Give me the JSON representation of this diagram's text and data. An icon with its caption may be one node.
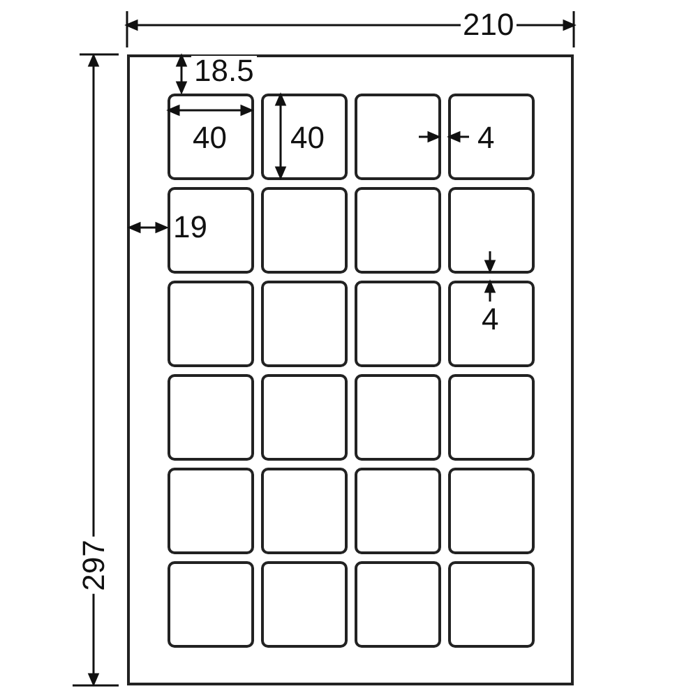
{
  "diagram": {
    "nodes": [
      {
        "text": [],
        "shape": "box"
      },
      {
        "text": [],
        "shape": "box",
        "in": 0
      },
      {
        "text": [],
        "shape": "box",
        "in": 0
      },
      {
        "text": [],
        "shape": "box",
        "in": 0
      },
      {
        "text": [],
        "shape": "box",
        "in": 0
      },
      {
        "text": [],
        "shape": "box",
        "in": 0
      },
      {
        "text": [],
        "shape": "box",
        "in": 0
      },
      {
        "text": [],
        "shape": "box",
        "in": 0
      },
      {
        "text": [],
        "shape": "box",
        "in": 0
      },
      {
        "text": [],
        "shape": "box",
        "in": 0
      },
      {
        "text": [],
        "shape": "box",
        "in": 0
      },
      {
        "text": [],
        "shape": "box",
        "in": 0
      },
      {
        "text": [],
        "shape": "box",
        "in": 0
      },
      {
        "text": [],
        "shape": "box",
        "in": 0
      },
      {
        "text": [],
        "shape": "box",
        "in": 0
      },
      {
        "text": [],
        "shape": "box",
        "in": 0
      },
      {
        "text": [],
        "shape": "box",
        "in": 0
      },
      {
        "text": [],
        "shape": "box",
        "in": 0
      },
      {
        "text": [],
        "shape": "box",
        "in": 0
      },
      {
        "text": [],
        "shape": "box",
        "in": 0
      },
      {
        "text": [],
        "shape": "box",
        "in": 0
      },
      {
        "text": [],
        "shape": "box",
        "in": 0
      },
      {
        "text": [],
        "shape": "box",
        "in": 0
      },
      {
        "text": [],
        "shape": "box",
        "in": 0
      },
      {
        "text": [],
        "shape": "box",
        "in": 0
      }
    ],
    "labels": [
      "210",
      "18.5",
      "40",
      "40",
      "4",
      "19",
      "4",
      "297"
    ]
  }
}
